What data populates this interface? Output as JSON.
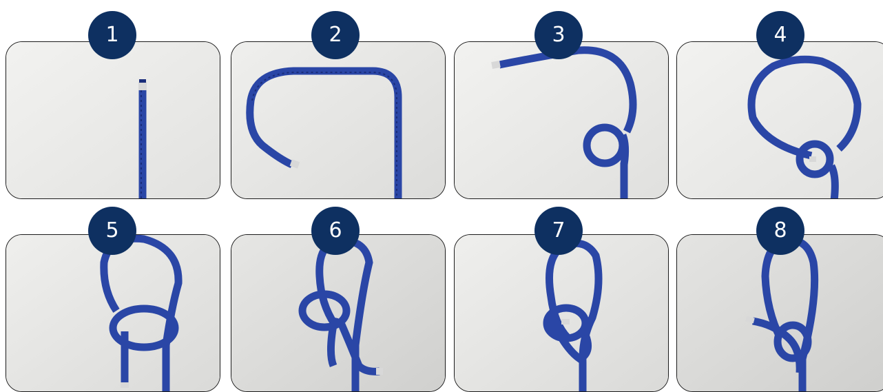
{
  "title": "",
  "rope": {
    "color": "#2a46a6",
    "dark": "#1a2d7a",
    "tip": "#d8d8d8"
  },
  "colors": {
    "badge": "#0e3061",
    "badge_text": "#ffffff",
    "title": "#1f74c5"
  },
  "steps": [
    {
      "number": "1"
    },
    {
      "number": "2"
    },
    {
      "number": "3"
    },
    {
      "number": "4"
    },
    {
      "number": "5"
    },
    {
      "number": "6"
    },
    {
      "number": "7"
    },
    {
      "number": "8"
    }
  ]
}
